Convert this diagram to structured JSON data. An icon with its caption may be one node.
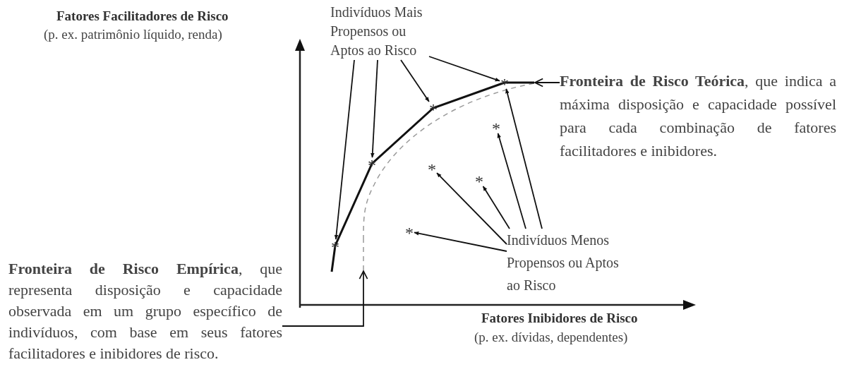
{
  "diagram": {
    "nodes": [
      {
        "text": [
          "Indivíduos Mais Propensos ou Aptos ao Risco"
        ]
      },
      {
        "text": [
          "**Fronteira de Risco Teórica**, que indica a máxima disposição e capacidade possível para cada combinação de fatores facilitadores e inibidores."
        ]
      },
      {
        "text": [
          "Indivíduos Menos Propensos ou Aptos ao Risco"
        ]
      },
      {
        "text": [
          "**Fronteira de Risco Empírica**, que representa disposição e capacidade observada em um grupo específico de indivíduos, com base em seus fatores facilitadores e inibidores de risco."
        ]
      },
      {
        "text": [
          "*"
        ]
      },
      {
        "text": [
          "*"
        ]
      },
      {
        "text": [
          "*"
        ]
      },
      {
        "text": [
          "*"
        ]
      },
      {
        "text": [
          "*"
        ]
      },
      {
        "text": [
          "*"
        ]
      },
      {
        "text": [
          "*"
        ]
      },
      {
        "text": [
          "*"
        ]
      },
      {
        "text": [],
        "shape": "line"
      },
      {
        "text": [],
        "shape": "line"
      }
    ],
    "edges": [
      {
        "from": 0,
        "to": 4,
        "arrow": "to"
      },
      {
        "from": 0,
        "to": 5,
        "arrow": "to"
      },
      {
        "from": 0,
        "to": 6,
        "arrow": "to"
      },
      {
        "from": 0,
        "to": 7,
        "arrow": "to"
      },
      {
        "from": 1,
        "to": 12,
        "arrow": "to"
      },
      {
        "from": 3,
        "to": 13,
        "arrow": "to"
      },
      {
        "from": 2,
        "to": 11,
        "arrow": "to"
      },
      {
        "from": 2,
        "to": 9,
        "arrow": "to"
      },
      {
        "from": 2,
        "to": 10,
        "arrow": "to"
      },
      {
        "from": 2,
        "to": 8,
        "arrow": "to"
      },
      {
        "from": 2,
        "to": 7,
        "arrow": "to"
      }
    ],
    "labels": [
      "Fatores Facilitadores de Risco",
      "(p. ex. patrimônio líquido, renda)",
      "Fatores Inibidores de Risco",
      "(p. ex. dívidas, dependentes)"
    ]
  }
}
